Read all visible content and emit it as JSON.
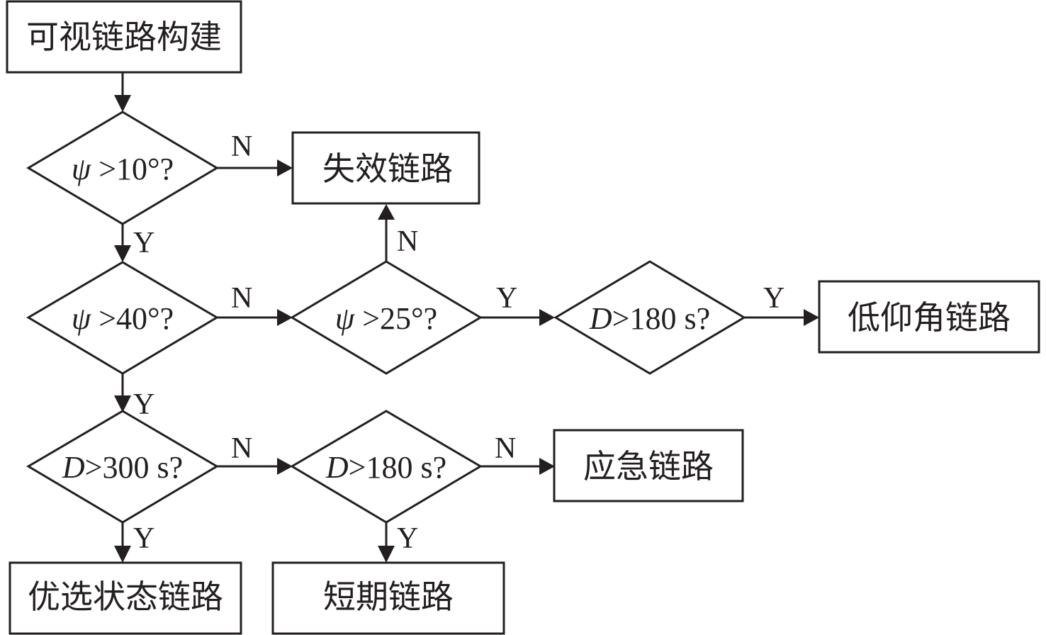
{
  "nodes": {
    "start": {
      "text": "可视链路构建"
    },
    "cond_psi10": {
      "var": "ψ",
      "op": " >10°?"
    },
    "cond_psi40": {
      "var": "ψ",
      "op": " >40°?"
    },
    "cond_psi25": {
      "var": "ψ",
      "op": " >25°?"
    },
    "cond_d180_a": {
      "var": "D",
      "op": ">180 s?"
    },
    "cond_d300": {
      "var": "D",
      "op": ">300 s?"
    },
    "cond_d180_b": {
      "var": "D",
      "op": ">180 s?"
    },
    "out_invalid": {
      "text": "失效链路"
    },
    "out_low_elev": {
      "text": "低仰角链路"
    },
    "out_emergency": {
      "text": "应急链路"
    },
    "out_preferred": {
      "text": "优选状态链路"
    },
    "out_short": {
      "text": "短期链路"
    }
  },
  "edge_labels": {
    "psi10_no": "N",
    "psi10_yes": "Y",
    "psi40_no": "N",
    "psi40_yes": "Y",
    "psi25_no": "N",
    "psi25_yes": "Y",
    "d180a_yes": "Y",
    "d300_no": "N",
    "d300_yes": "Y",
    "d180b_no": "N",
    "d180b_yes": "Y"
  },
  "colors": {
    "stroke": "#231f20",
    "background": "#ffffff"
  }
}
